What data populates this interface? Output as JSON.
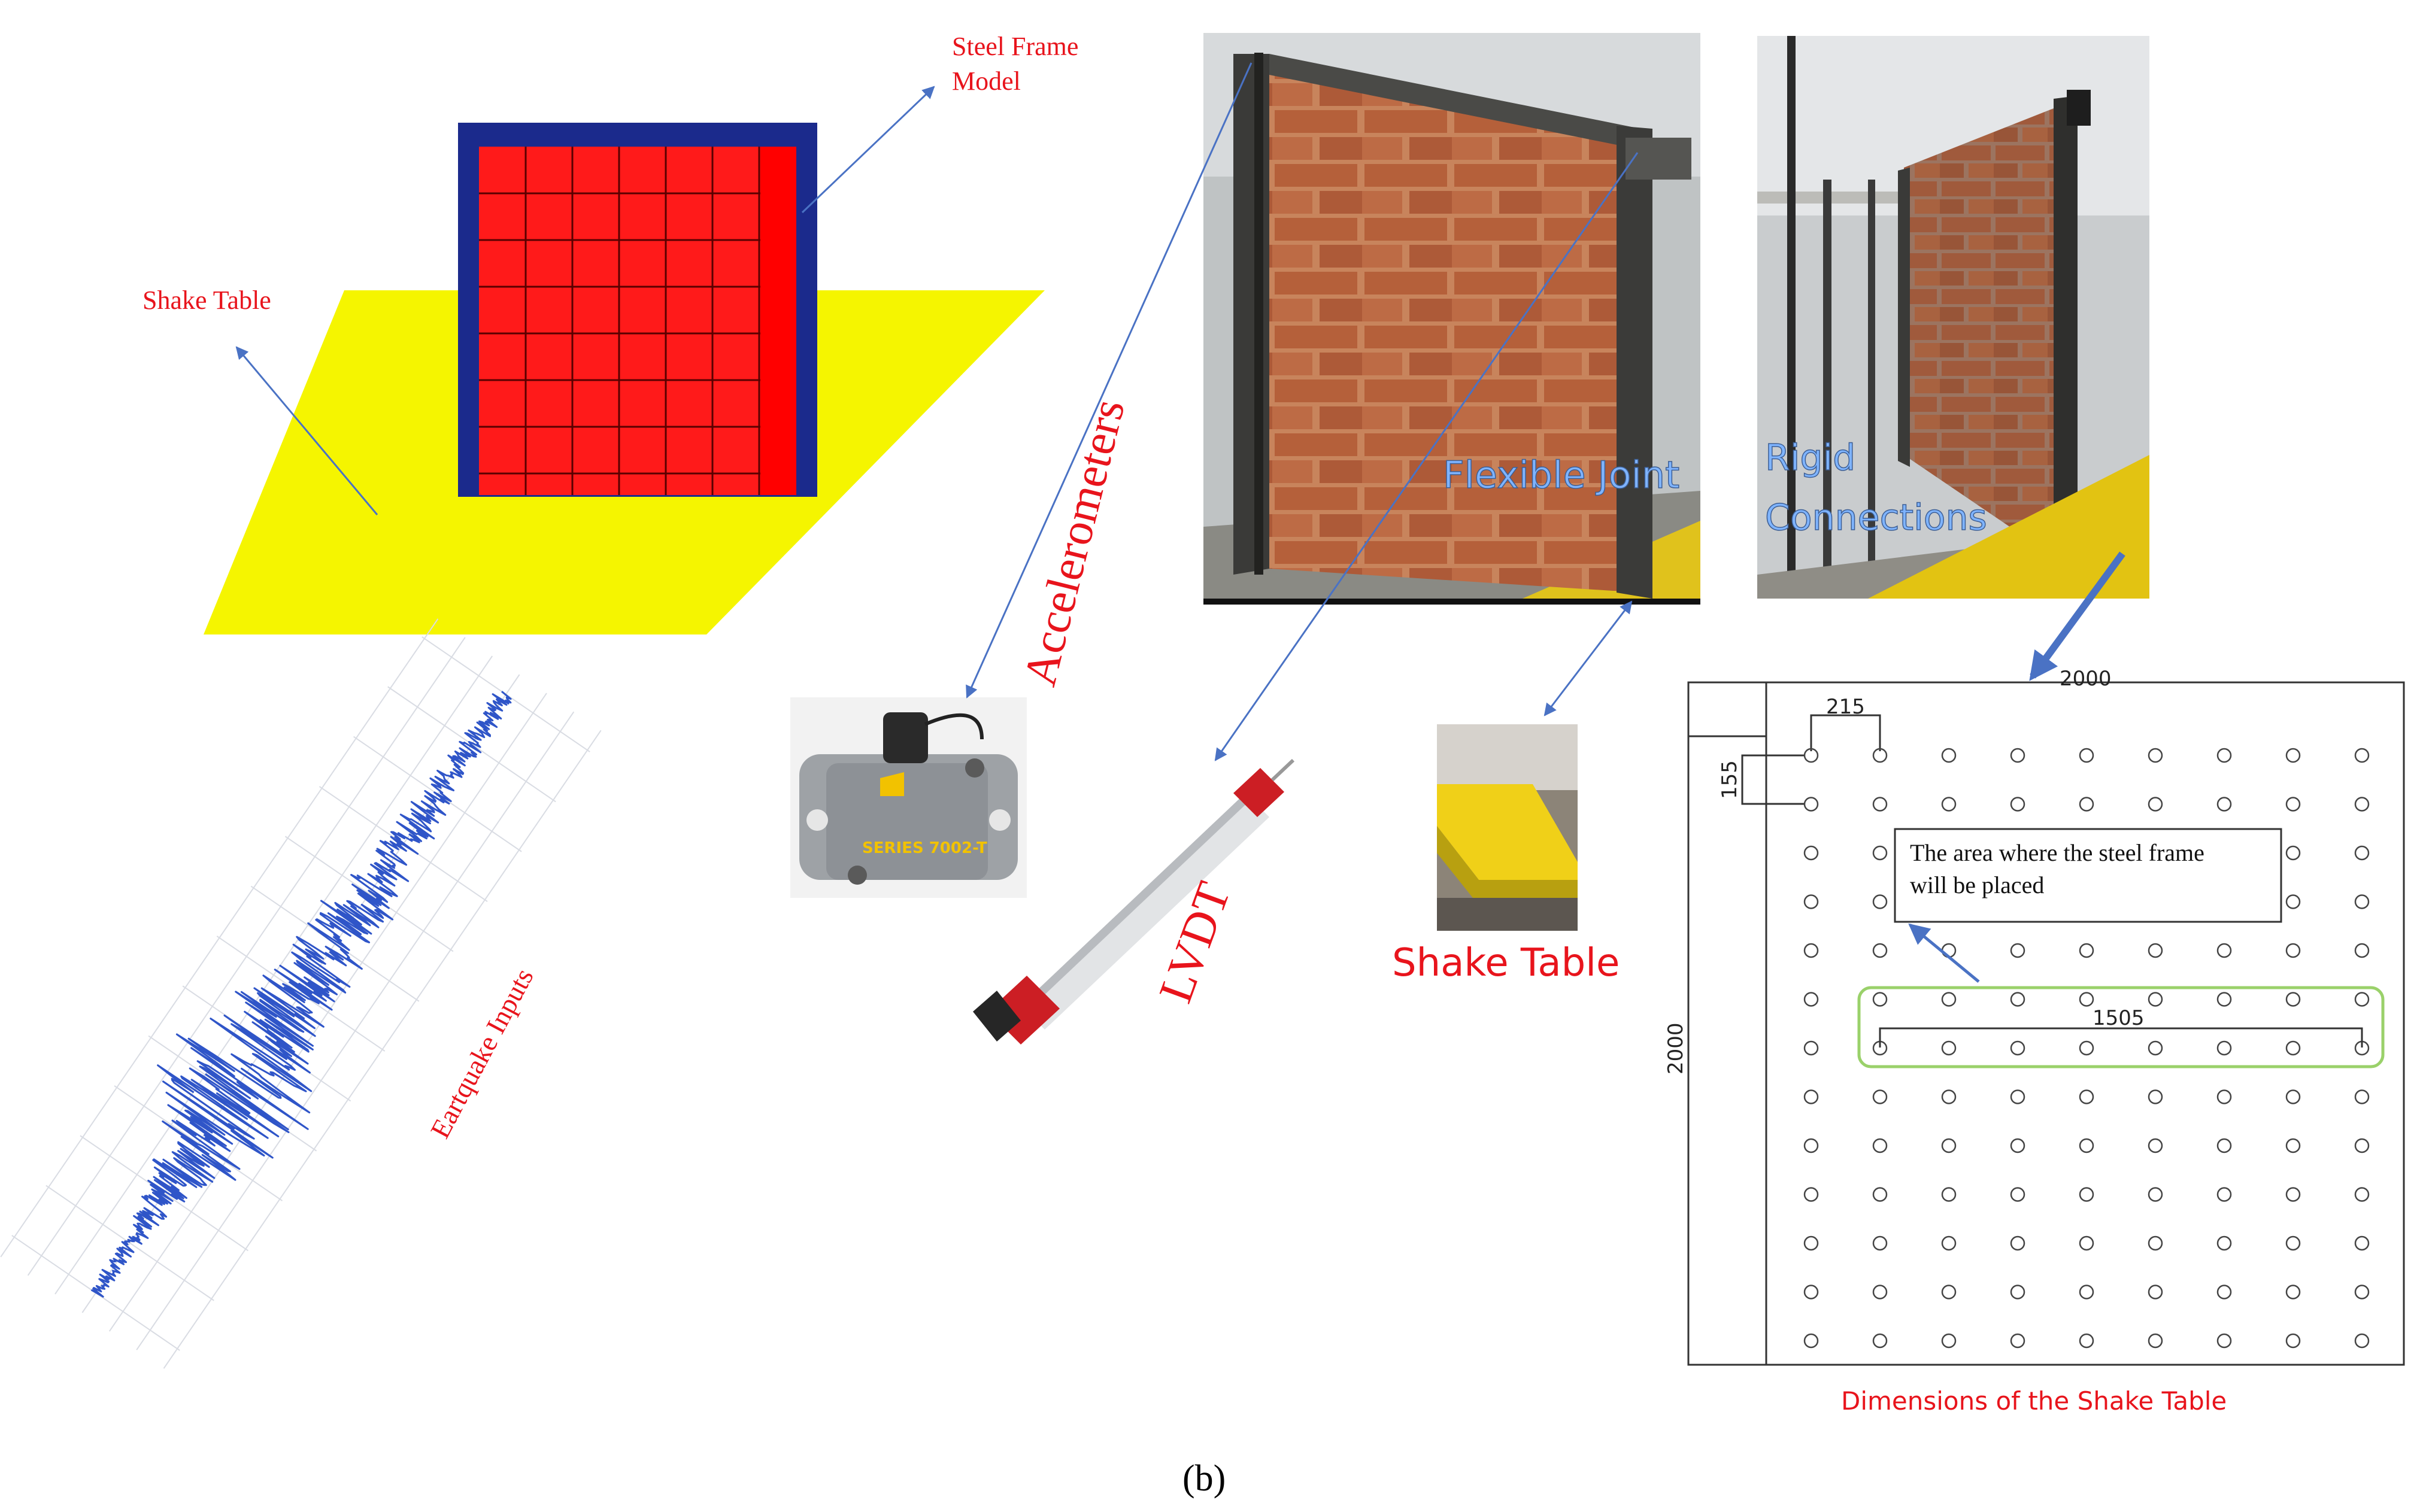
{
  "labels": {
    "steel_frame_line1": "Steel Frame",
    "steel_frame_line2": "Model",
    "shake_table_left": "Shake Table",
    "earthquake_inputs": "Eartquake Inputs",
    "accelerometers": "Accelerometers",
    "lvdt": "LVDT",
    "flexible_joint": "Flexible Joint",
    "rigid_line1": "Rigid",
    "rigid_line2": "Connections",
    "shake_table_photo": "Shake Table",
    "dimensions_caption": "Dimensions of the Shake Table",
    "figure_label": "(b)"
  },
  "plan": {
    "dim_top": "2000",
    "dim_left": "2000",
    "dim_215": "215",
    "dim_155": "155",
    "dim_1505": "1505",
    "note_line1": "The area where the steel frame",
    "note_line2": "will be placed",
    "hole_columns": 9,
    "hole_rows": 13
  },
  "colors": {
    "label_red": "#e8141c",
    "arrow_blue": "#4a72c4",
    "frame_navy": "#1b2a8c",
    "infill_red": "#ff1a1a",
    "table_yellow": "#f5f500",
    "signal_blue": "#2f55c8",
    "photo_label_blue": "#7fb4ff",
    "highlight_green": "#9ad16a"
  },
  "device": {
    "accelerometer_text": "SERIES 7002-T"
  }
}
